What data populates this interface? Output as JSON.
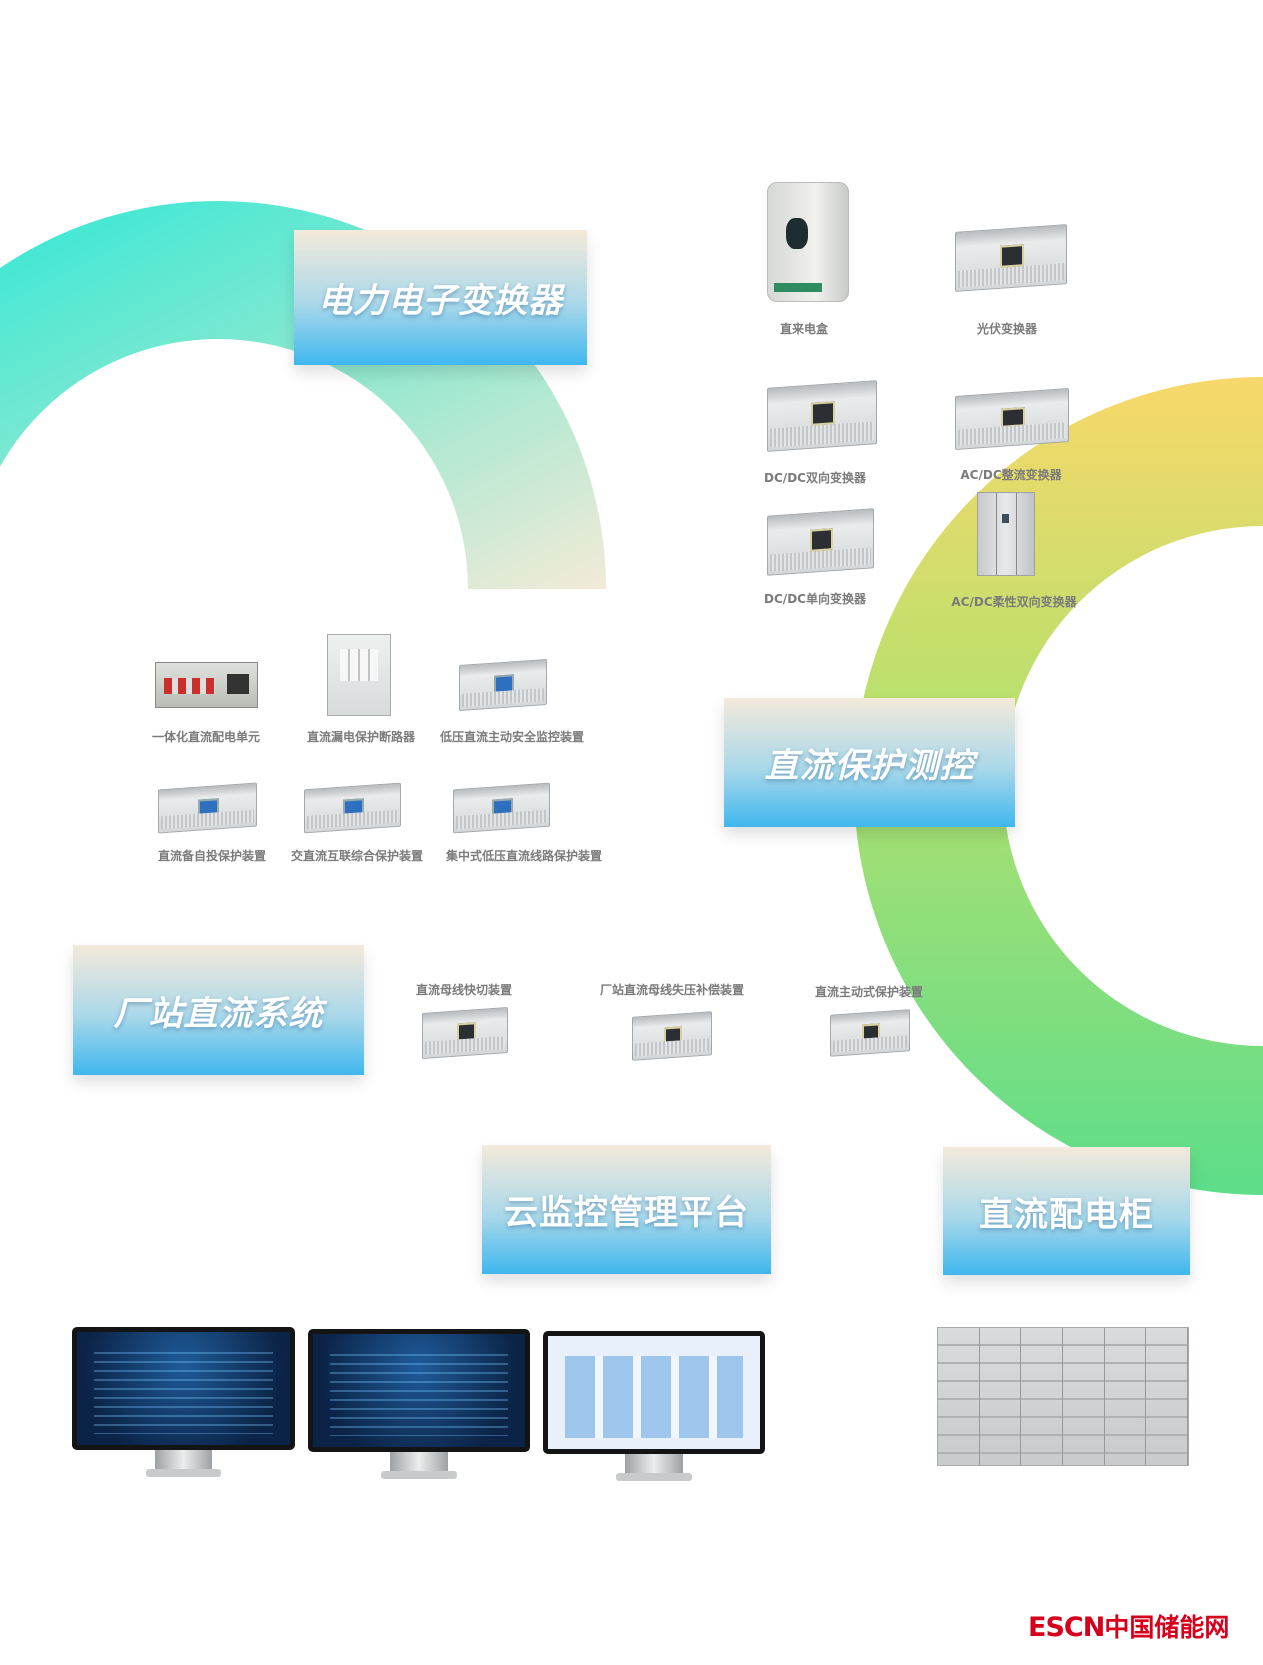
{
  "sections": {
    "converters": "电力电子变换器",
    "protection": "直流保护测控",
    "station": "厂站直流系统",
    "cloud": "云监控管理平台",
    "cabinet": "直流配电柜"
  },
  "converters": [
    "直来电盒",
    "光伏变换器",
    "DC/DC双向变换器",
    "AC/DC整流变换器",
    "DC/DC单向变换器",
    "AC/DC柔性双向变换器"
  ],
  "protection": [
    "一体化直流配电单元",
    "直流漏电保护断路器",
    "低压直流主动安全监控装置",
    "直流备自投保护装置",
    "交直流互联综合保护装置",
    "集中式低压直流线路保护装置"
  ],
  "station": [
    "直流母线快切装置",
    "厂站直流母线失压补偿装置",
    "直流主动式保护装置"
  ],
  "logo": {
    "latin": "ESCN",
    "chinese": "中国储能网"
  },
  "colors": {
    "teal": "#1fe8d8",
    "beige": "#f3ead8",
    "yellow": "#f8d86a",
    "green": "#5ddd8a",
    "logo_red": "#d6001c"
  }
}
